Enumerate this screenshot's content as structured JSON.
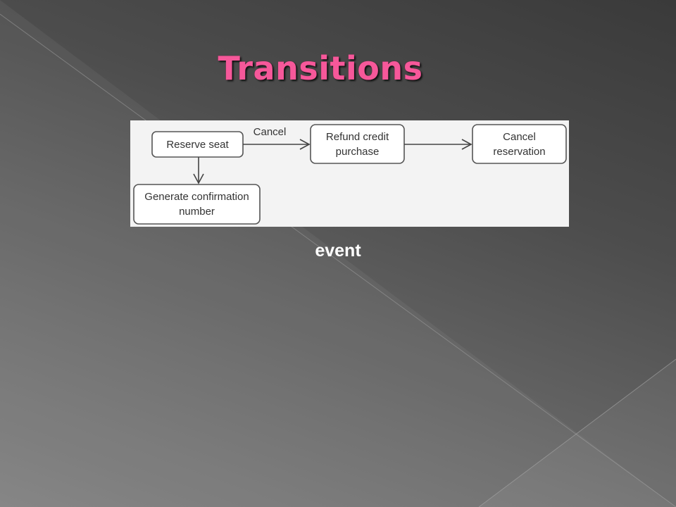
{
  "slide": {
    "title": "Transitions",
    "caption": "event",
    "colors": {
      "title": "#f6589a",
      "background_dark": "#3a3a3a",
      "background_light": "#808080",
      "diagram_background": "#f3f3f3"
    }
  },
  "diagram": {
    "nodes": [
      {
        "id": "reserve",
        "lines": [
          "Reserve seat"
        ]
      },
      {
        "id": "refund",
        "lines": [
          "Refund credit",
          "purchase"
        ]
      },
      {
        "id": "cancel",
        "lines": [
          "Cancel",
          "reservation"
        ]
      },
      {
        "id": "generate",
        "lines": [
          "Generate confirmation",
          "number"
        ]
      }
    ],
    "edges": [
      {
        "from": "reserve",
        "to": "refund",
        "label": "Cancel"
      },
      {
        "from": "refund",
        "to": "cancel",
        "label": ""
      },
      {
        "from": "reserve",
        "to": "generate",
        "label": ""
      }
    ]
  }
}
